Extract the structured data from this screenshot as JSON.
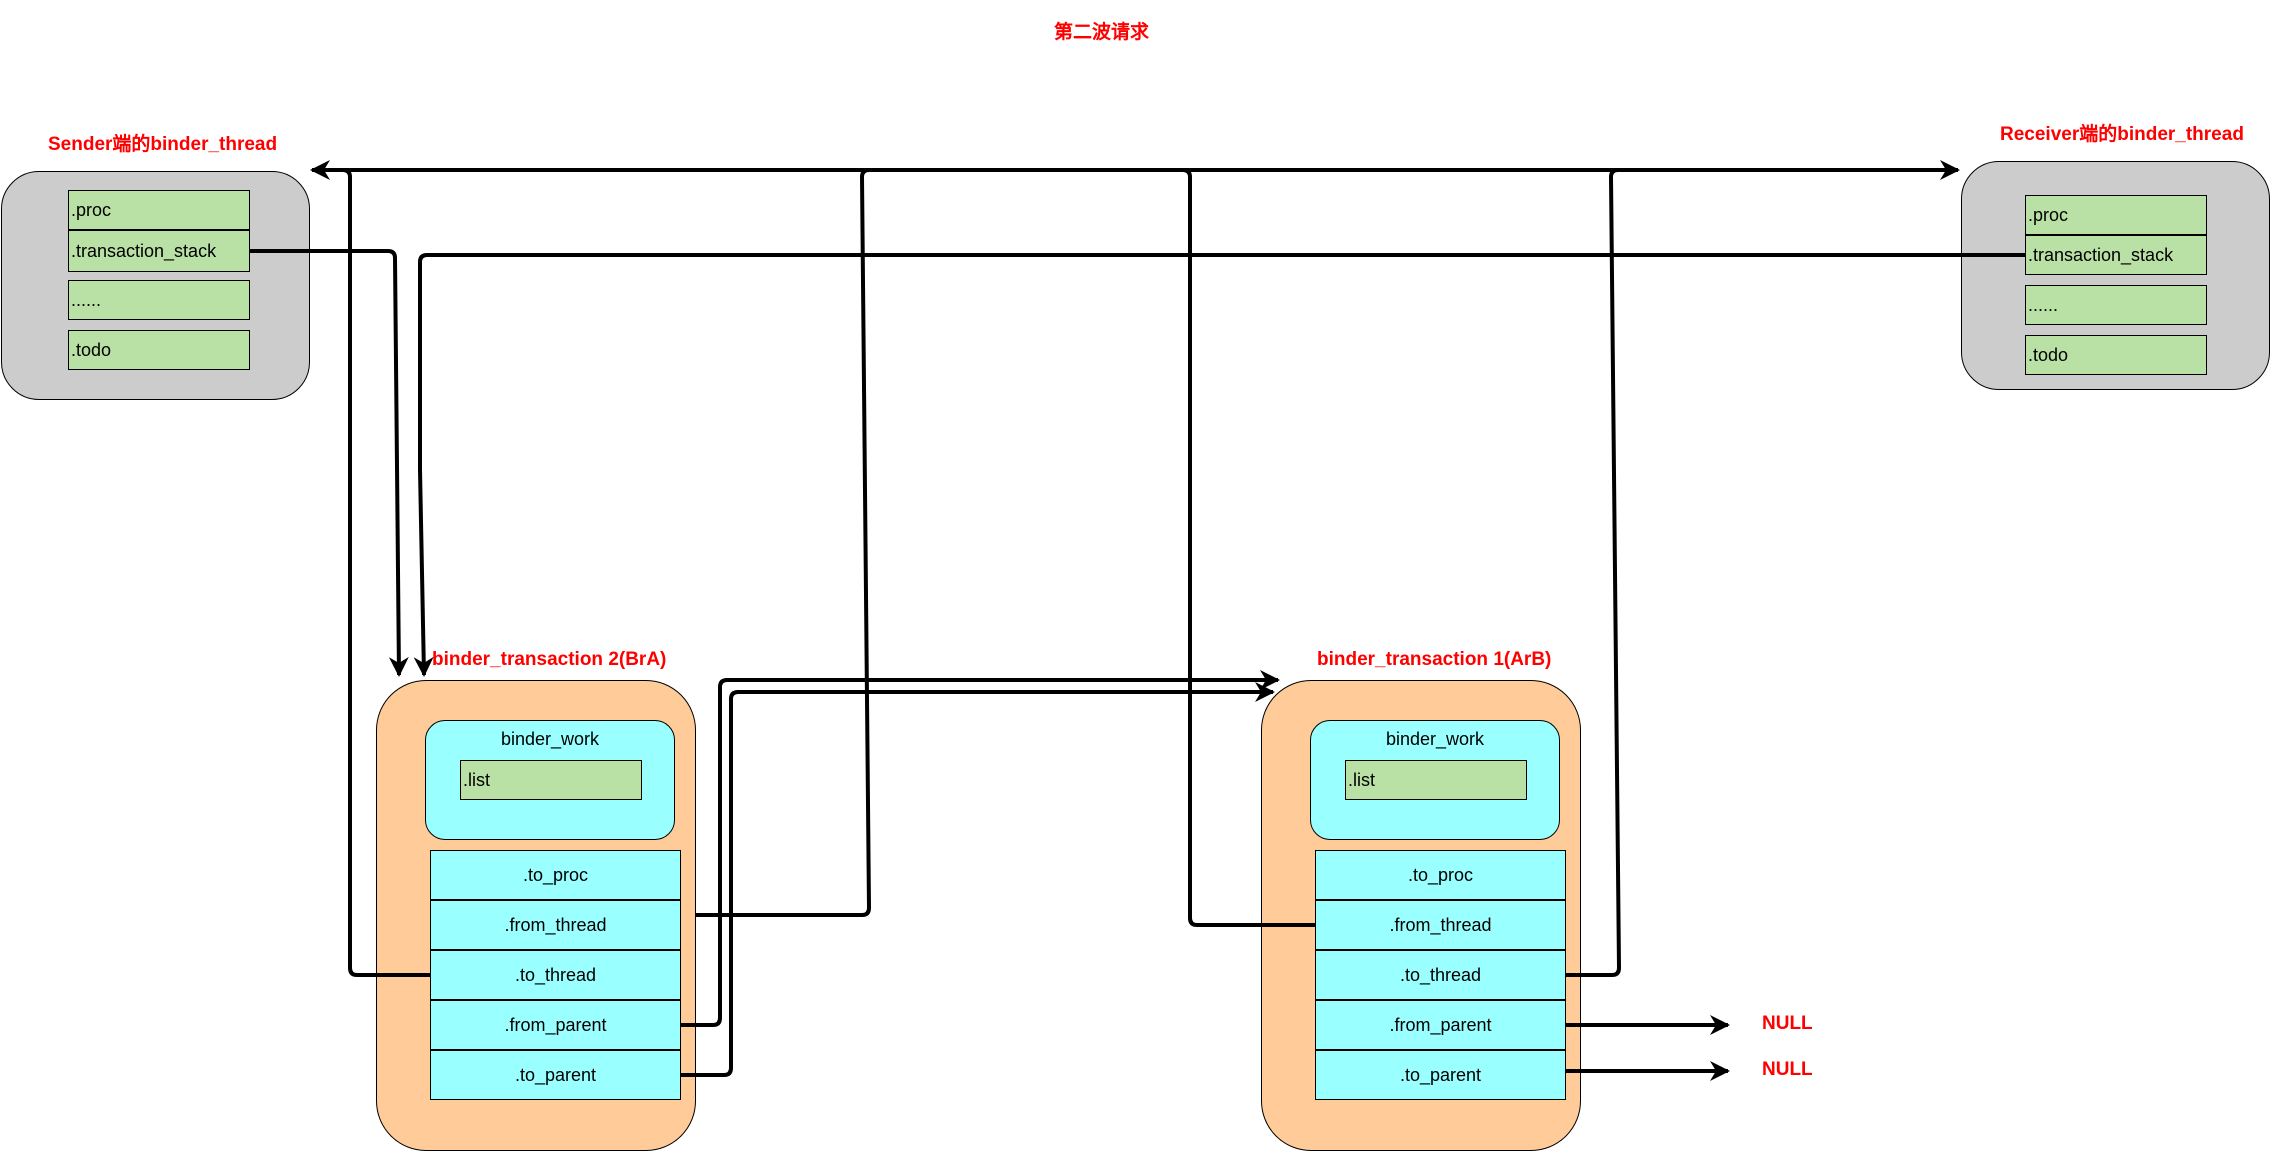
{
  "page_title": "第二波请求",
  "sender_thread": {
    "title": "Sender端的binder_thread",
    "fields": [
      ".proc",
      ".transaction_stack",
      "......",
      ".todo"
    ]
  },
  "receiver_thread": {
    "title": "Receiver端的binder_thread",
    "fields": [
      ".proc",
      ".transaction_stack",
      "......",
      ".todo"
    ]
  },
  "transaction_2": {
    "title": "binder_transaction 2(BrA)",
    "binder_work": {
      "title": "binder_work",
      "list_label": ".list"
    },
    "fields": [
      ".to_proc",
      ".from_thread",
      ".to_thread",
      ".from_parent",
      ".to_parent"
    ]
  },
  "transaction_1": {
    "title": "binder_transaction 1(ArB)",
    "binder_work": {
      "title": "binder_work",
      "list_label": ".list"
    },
    "fields": [
      ".to_proc",
      ".from_thread",
      ".to_thread",
      ".from_parent",
      ".to_parent"
    ]
  },
  "null_labels": [
    "NULL",
    "NULL"
  ],
  "colors": {
    "title_red": "#ff0000",
    "thread_gray": "#cccccc",
    "field_green": "#b9e0a5",
    "transaction_orange": "#ffcc99",
    "field_cyan": "#99ffff"
  }
}
